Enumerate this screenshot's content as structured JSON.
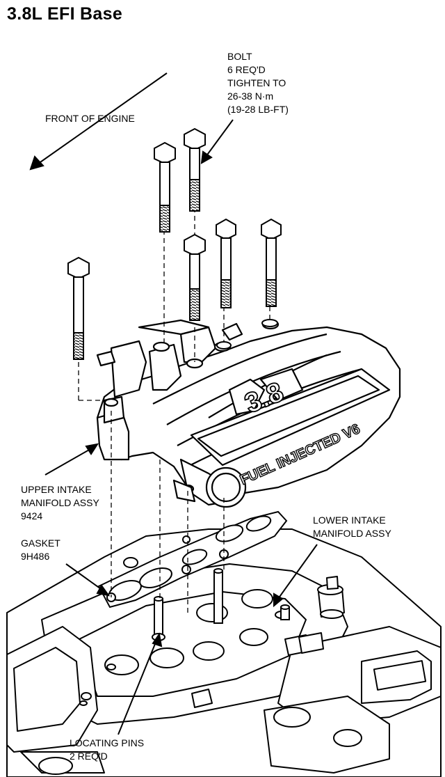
{
  "title": "3.8L EFI Base",
  "labels": {
    "front": "FRONT OF ENGINE",
    "bolt": [
      "BOLT",
      "6 REQ'D",
      "TIGHTEN TO",
      "26-38 N·m",
      "(19-28 LB-FT)"
    ],
    "upper": [
      "UPPER INTAKE",
      "MANIFOLD ASSY",
      "9424"
    ],
    "gasket": [
      "GASKET",
      "9H486"
    ],
    "lower": [
      "LOWER INTAKE",
      "MANIFOLD ASSY"
    ],
    "pins": [
      "LOCATING PINS",
      "2 REQ'D"
    ]
  },
  "emblem": {
    "size": "3.8",
    "script": "FUEL INJECTED V6"
  },
  "colors": {
    "ink": "#000000",
    "paper": "#ffffff"
  }
}
